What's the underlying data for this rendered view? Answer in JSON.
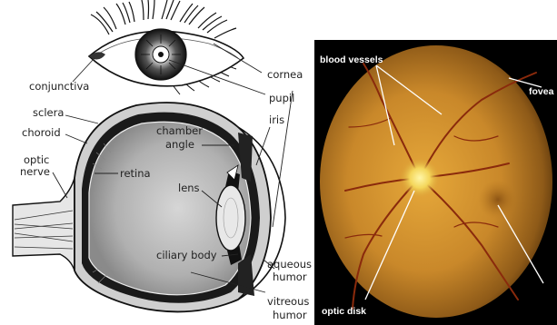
{
  "eye_diagram": {
    "labels": {
      "conjunctiva": "conjunctiva",
      "cornea": "cornea",
      "pupil": "pupil",
      "sclera": "sclera",
      "iris": "iris",
      "choroid": "choroid",
      "chamber": "chamber",
      "angle": "angle",
      "optic": "optic",
      "nerve": "nerve",
      "retina": "retina",
      "lens": "lens",
      "ciliary_body": "ciliary body",
      "aqueous": "aqueous",
      "aqueous_humor": "humor",
      "vitreous": "vitreous",
      "vitreous_humor": "humor"
    }
  },
  "fundus_photo": {
    "labels": {
      "blood_vessels": "blood vessels",
      "fovea": "fovea",
      "optic_disk": "optic disk"
    }
  }
}
